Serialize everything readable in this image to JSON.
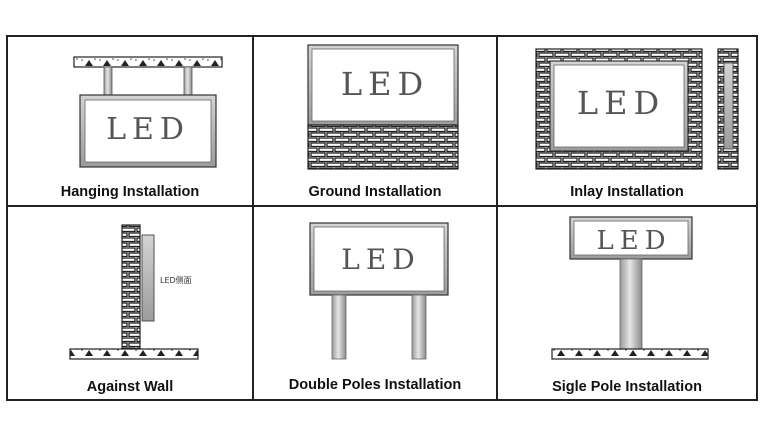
{
  "panels": [
    {
      "caption": "Hanging Installation",
      "screen_text": "LED"
    },
    {
      "caption": "Ground Installation",
      "screen_text": "LED"
    },
    {
      "caption": "Inlay Installation",
      "screen_text": "LED"
    },
    {
      "caption": "Against Wall",
      "screen_text": "LED侧面"
    },
    {
      "caption": "Double Poles Installation",
      "screen_text": "LED"
    },
    {
      "caption": "Sigle Pole Installation",
      "screen_text": "LED"
    }
  ],
  "colors": {
    "frame": "#555555",
    "screen": "#ffffff",
    "pole": "#c8c8c8",
    "line": "#222222"
  }
}
